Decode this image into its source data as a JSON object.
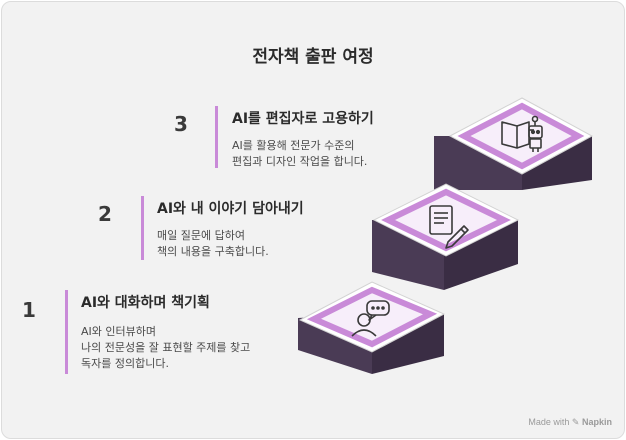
{
  "title": "전자책 출판 여정",
  "steps": [
    {
      "number": "1",
      "title": "AI와 대화하며 책기획",
      "description": [
        "AI와 인터뷰하며",
        "나의 전문성을 잘 표현할 주제를 찾고",
        "독자를 정의합니다."
      ],
      "icon": "person-chat-icon"
    },
    {
      "number": "2",
      "title": "AI와 내 이야기 담아내기",
      "description": [
        "매일 질문에 답하여",
        "책의 내용을 구축합니다."
      ],
      "icon": "document-pen-icon"
    },
    {
      "number": "3",
      "title": "AI를 편집자로 고용하기",
      "description": [
        "AI를 활용해 전문가 수준의",
        "편집과 디자인 작업을 합니다."
      ],
      "icon": "book-robot-icon"
    }
  ],
  "colors": {
    "accent": "#c98ad8",
    "stair_dark": "#4a3b55",
    "stair_light": "#ffffff",
    "background": "#f2f2f2"
  },
  "footer": {
    "made_with": "Made with",
    "brand": "Napkin"
  }
}
